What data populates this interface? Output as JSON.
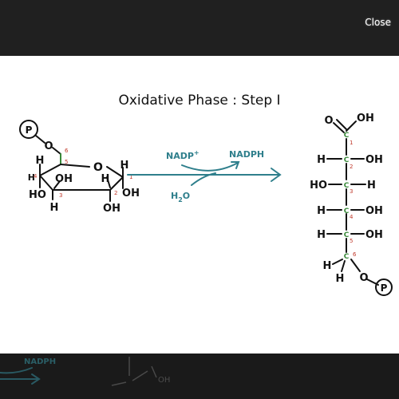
{
  "top_bar": {},
  "slide": {
    "title": "Oxidative Phase : Step I",
    "close_label": "Close",
    "colors": {
      "ink": "#111111",
      "arrow": "#2f7f8c",
      "carbon": "#3a8a3a",
      "number": "#c0392b"
    },
    "glucose": {
      "phosphate": "P",
      "o_link": "O",
      "ring_o": "O",
      "c6_h": "H",
      "c4_h": "H",
      "c4_oh": "OH",
      "c4_ho": "HO",
      "c3_h": "H",
      "c2_h": "H",
      "c2_oh": "OH",
      "c1_h": "H",
      "c1_oh": "OH",
      "num6": "6",
      "num5": "5",
      "num4": "4",
      "num3": "3",
      "num2": "2",
      "num1": "1"
    },
    "reaction": {
      "nadp": "NADP",
      "nadp_sup": "+",
      "nadph": "NADPH",
      "water_h": "H",
      "water_sub": "2",
      "water_o": "O"
    },
    "gluconate": {
      "top_o": "O",
      "top_oh": "OH",
      "carbon_letter": "C",
      "rows": [
        {
          "left": "H",
          "right": "OH",
          "num": "2"
        },
        {
          "left": "HO",
          "right": "H",
          "num": "3"
        },
        {
          "left": "H",
          "right": "OH",
          "num": "4"
        },
        {
          "left": "H",
          "right": "OH",
          "num": "5"
        }
      ],
      "num1": "1",
      "num6": "6",
      "c6_h1": "H",
      "c6_h2": "H",
      "o_link": "O",
      "phosphate": "P"
    }
  },
  "bottom_strip": {
    "nadph": "NADPH",
    "oh": "OH"
  }
}
